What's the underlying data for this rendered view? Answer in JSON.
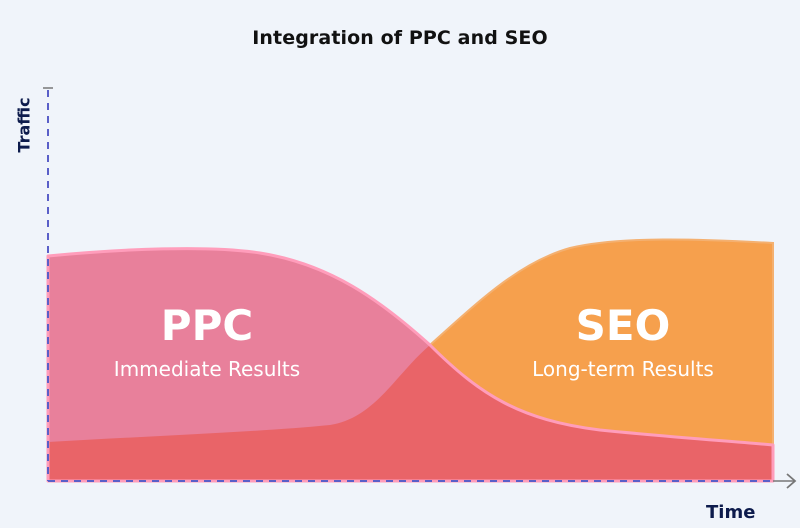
{
  "chart_data": {
    "type": "area",
    "title": "Integration of PPC and SEO",
    "xlabel": "Time",
    "ylabel": "Traffic",
    "grid": false,
    "legend": "none (inline region labels)",
    "x_ticks": [],
    "y_ticks": [],
    "series": [
      {
        "name": "PPC",
        "subtitle": "Immediate Results",
        "color": "#e8809b",
        "trend": "high at start, plateaus, then declines to low level over time",
        "x": [
          0,
          0.1,
          0.2,
          0.3,
          0.4,
          0.5,
          0.6,
          0.7,
          0.8,
          0.9,
          1.0
        ],
        "values": [
          0.57,
          0.59,
          0.6,
          0.59,
          0.52,
          0.35,
          0.2,
          0.14,
          0.12,
          0.11,
          0.09
        ]
      },
      {
        "name": "SEO",
        "subtitle": "Long-term Results",
        "color": "#f6a04d",
        "trend": "low at start, slowly grows, then rises sharply and plateaus high",
        "x": [
          0,
          0.1,
          0.2,
          0.3,
          0.4,
          0.5,
          0.6,
          0.7,
          0.8,
          0.9,
          1.0
        ],
        "values": [
          0.1,
          0.11,
          0.12,
          0.13,
          0.15,
          0.3,
          0.49,
          0.59,
          0.61,
          0.61,
          0.6
        ]
      }
    ],
    "overlap_color": "#e96468",
    "annotations": [
      "PPC",
      "Immediate Results",
      "SEO",
      "Long-term Results"
    ],
    "xlim": [
      0,
      1
    ],
    "ylim": [
      0,
      1
    ]
  },
  "labels": {
    "title": "Integration of PPC and SEO",
    "ylabel": "Traffic",
    "xlabel": "Time",
    "ppc_name": "PPC",
    "ppc_sub": "Immediate Results",
    "seo_name": "SEO",
    "seo_sub": "Long-term Results"
  },
  "colors": {
    "background": "#f0f4fa",
    "ppc_fill": "#e8809b",
    "ppc_stroke": "#ff9dbb",
    "seo_fill": "#f6a04d",
    "overlap_fill": "#e96468",
    "axis_dash": "#5a5fc8",
    "axis_arrow": "#777777",
    "axis_label": "#0d1b4c"
  }
}
